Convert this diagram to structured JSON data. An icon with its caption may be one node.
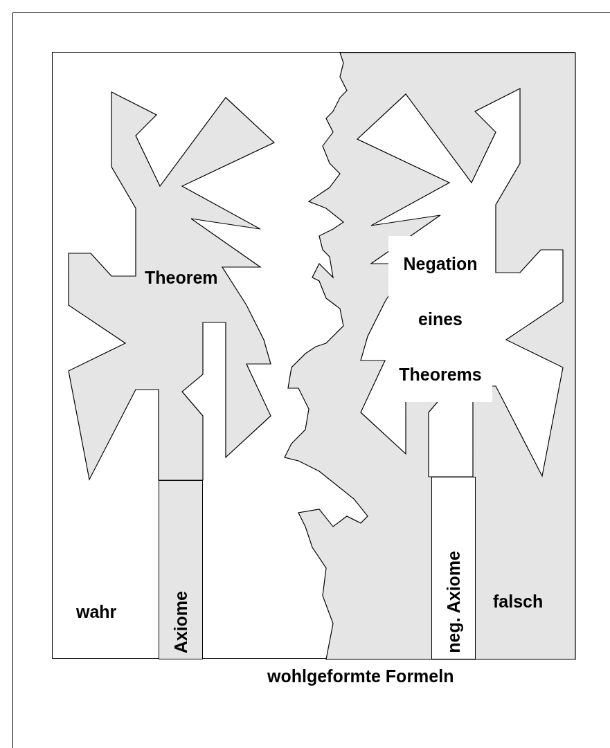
{
  "diagram": {
    "nodes": [
      {
        "text": [
          "wohlgeformte Formeln"
        ]
      },
      {
        "text": [
          "Theorem"
        ],
        "in": 0
      },
      {
        "text": [
          "Axiome"
        ],
        "in": 0
      },
      {
        "text": [
          "Negation eines Theorems"
        ],
        "in": 0
      },
      {
        "text": [
          "neg. Axiome"
        ],
        "in": 0
      }
    ],
    "edges": [],
    "labels": [
      "wahr",
      "falsch"
    ]
  }
}
